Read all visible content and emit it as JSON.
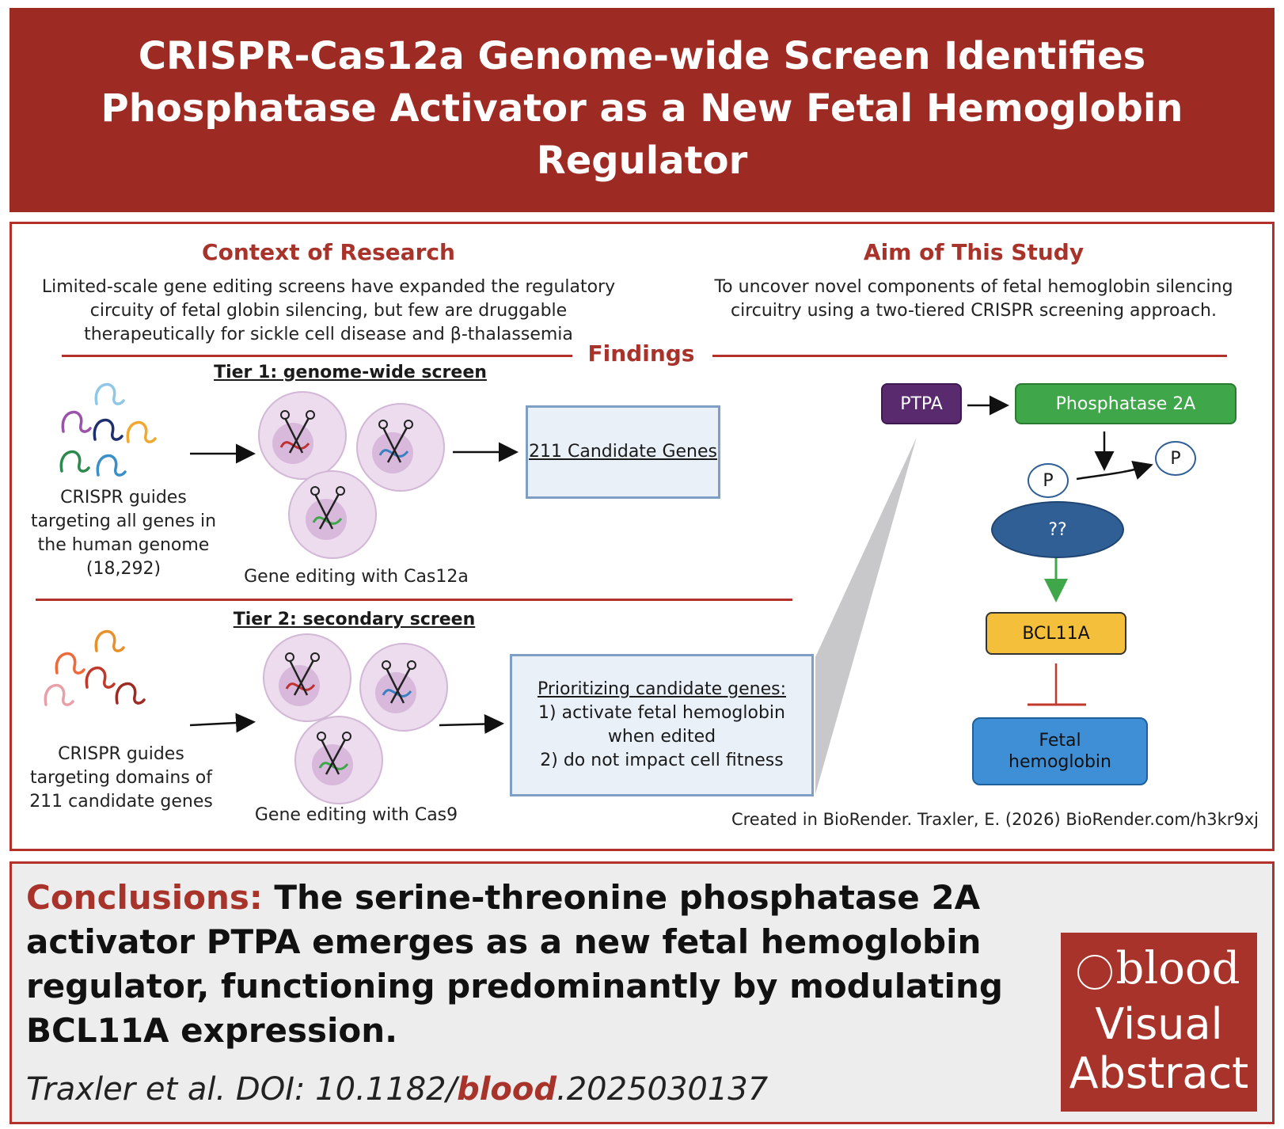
{
  "title": "CRISPR-Cas12a Genome-wide Screen Identifies Phosphatase Activator as a New Fetal Hemoglobin Regulator",
  "context": {
    "heading": "Context of Research",
    "text": "Limited-scale gene editing screens have expanded the regulatory circuity of fetal globin silencing, but few are druggable therapeutically for sickle cell disease and β-thalassemia"
  },
  "aim": {
    "heading": "Aim of This Study",
    "text": "To uncover novel components of fetal hemoglobin silencing circuitry using a two-tiered CRISPR screening approach."
  },
  "findings_label": "Findings",
  "tier1": {
    "title": "Tier 1: genome-wide screen",
    "guides_caption": "CRISPR guides targeting all genes in the human genome (18,292)",
    "editing_caption": "Gene editing with Cas12a",
    "result": "211 Candidate Genes"
  },
  "tier2": {
    "title": "Tier 2: secondary screen",
    "guides_caption": "CRISPR guides targeting domains of 211 candidate genes",
    "editing_caption": "Gene editing with Cas9",
    "result_title": "Prioritizing candidate genes:",
    "result_item1": "1) activate fetal hemoglobin when edited",
    "result_item2": "2) do not impact cell fitness"
  },
  "pathway": {
    "ptpa": "PTPA",
    "pp2a": "Phosphatase 2A",
    "phospho": "P",
    "phospho_released": "P",
    "unknown": "??",
    "bcl11a": "BCL11A",
    "fetal_hb": "Fetal hemoglobin"
  },
  "credit": "Created in BioRender. Traxler, E. (2026) BioRender.com/h3kr9xj",
  "conclusion": {
    "label": "Conclusions:",
    "text": "The serine-threonine phosphatase 2A activator PTPA emerges as a new fetal hemoglobin regulator, functioning predominantly by modulating BCL11A expression."
  },
  "citation": {
    "prefix": "Traxler et al. DOI: 10.1182/",
    "journal": "blood",
    "suffix": ".2025030137"
  },
  "logo": {
    "word": "blood",
    "line1": "Visual",
    "line2": "Abstract"
  },
  "colors": {
    "brand_red": "#9e2a24",
    "ptpa": "#5a2a6e",
    "pp2a": "#3fa64a",
    "unknown": "#2f5f95",
    "bcl11a": "#f4c03b",
    "fetal_hb": "#3f8fd6"
  }
}
